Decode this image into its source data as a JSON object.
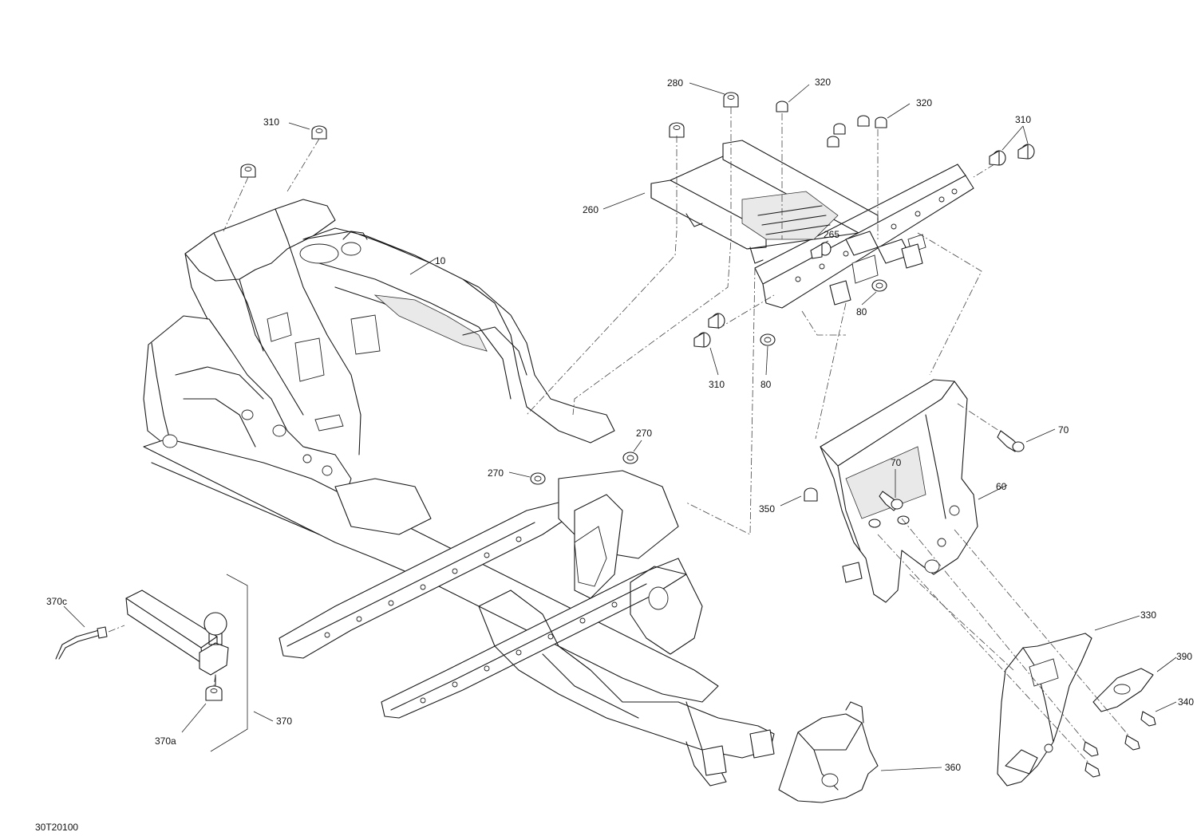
{
  "diagram_code": "30T20100",
  "callouts": {
    "c310_left": "310",
    "c280": "280",
    "c320_top": "320",
    "c320_right": "320",
    "c310_right": "310",
    "c260": "260",
    "c265": "265",
    "c10": "10",
    "c80_right": "80",
    "c310_lower": "310",
    "c80_lower": "80",
    "c70_right": "70",
    "c70_mid": "70",
    "c270_top": "270",
    "c270_left": "270",
    "c350": "350",
    "c60": "60",
    "c330": "330",
    "c390": "390",
    "c340": "340",
    "c360": "360",
    "c370c": "370c",
    "c370": "370",
    "c370a": "370a"
  },
  "colors": {
    "line": "#1a1a1a",
    "background": "#ffffff"
  }
}
